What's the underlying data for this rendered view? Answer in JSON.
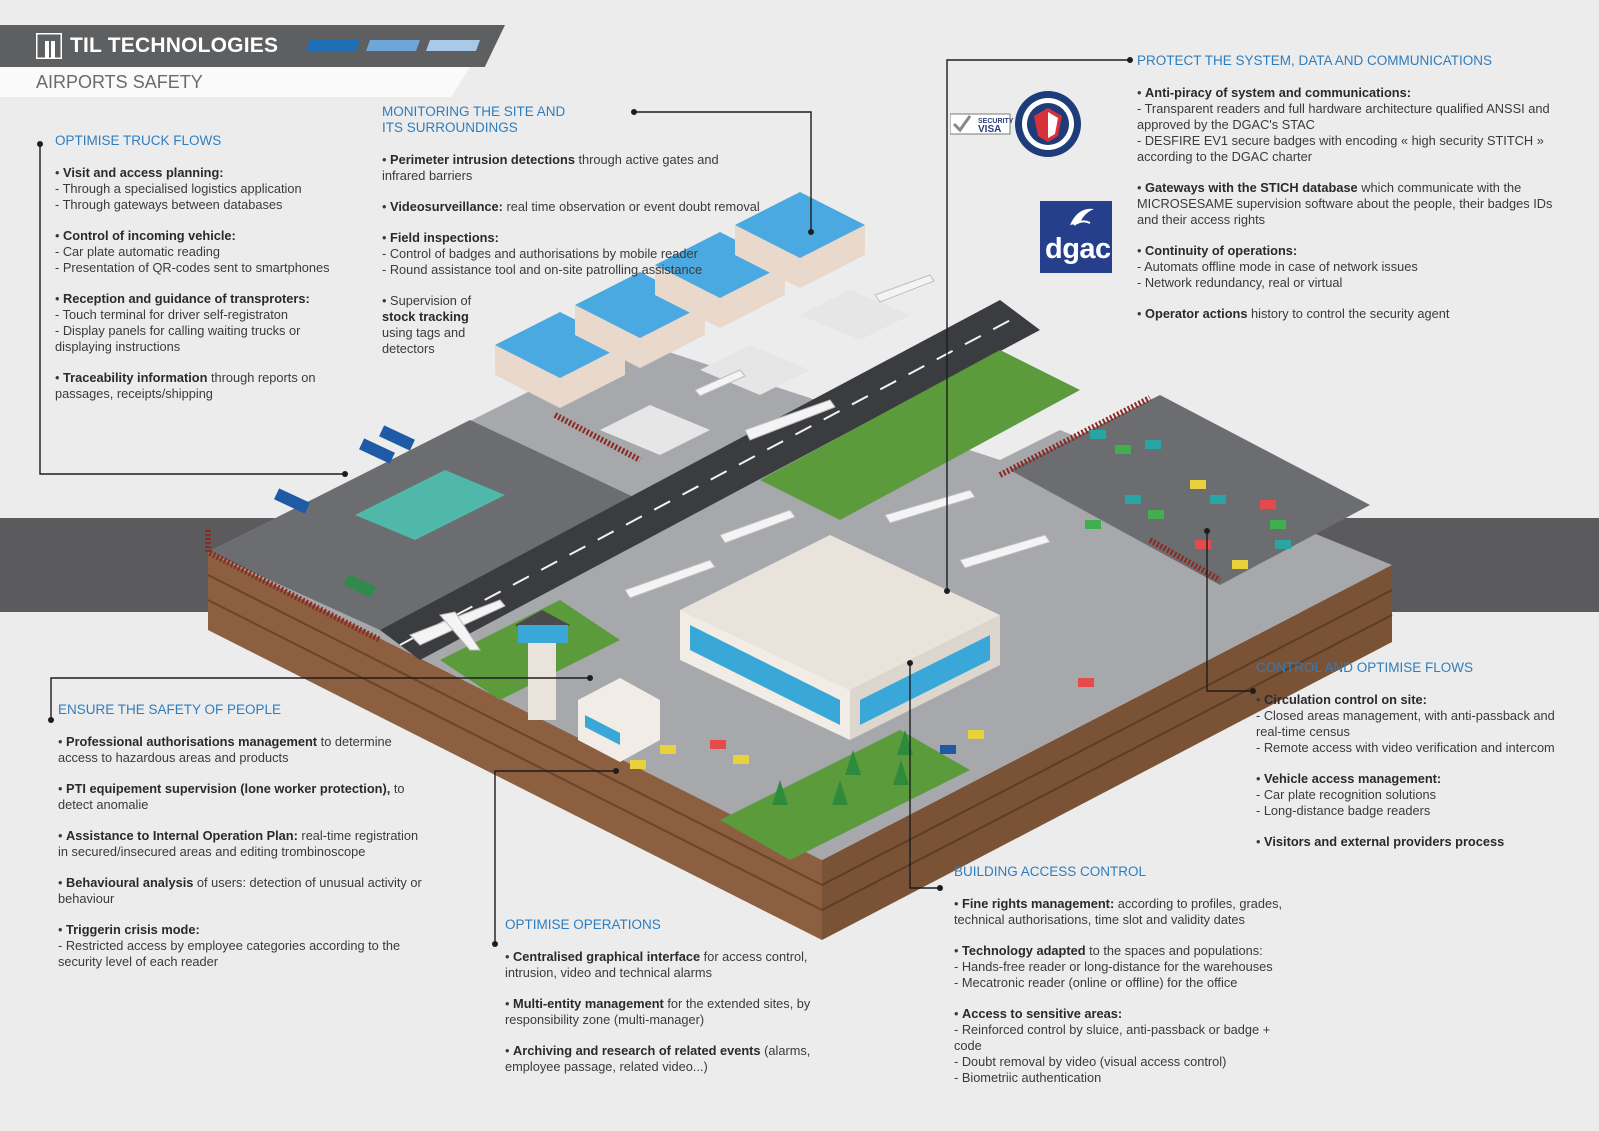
{
  "header": {
    "brand": "TIL TECHNOLOGIES",
    "subtitle": "AIRPORTS SAFETY",
    "accent_colors": [
      "#1f6fb6",
      "#6fa6d8",
      "#a9c9e8"
    ]
  },
  "logos": {
    "security_visa": [
      "SECURITY",
      "VISA"
    ],
    "dgac": "dgac"
  },
  "blocks": {
    "truck": {
      "title": "OPTIMISE TRUCK FLOWS",
      "items": [
        {
          "lead_bold": "Visit and access planning:",
          "lead_rest": "",
          "lines": [
            "- Through a specialised logistics application",
            "- Through gateways between databases"
          ]
        },
        {
          "lead_bold": "Control of incoming vehicle:",
          "lead_rest": "",
          "lines": [
            "- Car plate automatic reading",
            "- Presentation of QR-codes sent to smartphones"
          ]
        },
        {
          "lead_bold": "Reception and guidance of transproters:",
          "lead_rest": "",
          "lines": [
            "- Touch terminal for driver self-registraton",
            "- Display panels for calling waiting trucks or displaying instructions"
          ]
        },
        {
          "lead_bold": "Traceability information",
          "lead_rest": " through reports on passages, receipts/shipping",
          "lines": []
        }
      ]
    },
    "monitoring": {
      "title": "MONITORING THE SITE AND ITS SURROUNDINGS",
      "items": [
        {
          "lead_bold": "Perimeter intrusion detections",
          "lead_rest": " through active gates and infrared barriers",
          "lines": []
        },
        {
          "lead_bold": "Videosurveillance:",
          "lead_rest": " real time observation or event doubt removal",
          "lines": []
        },
        {
          "lead_bold": "Field inspections:",
          "lead_rest": "",
          "lines": [
            "- Control of badges and authorisations by mobile reader",
            "- Round assistance tool and on-site patrolling assistance"
          ]
        },
        {
          "lead_bold": "",
          "lead_rest": "Supervision of ",
          "lines": []
        }
      ],
      "stock_bold": "stock tracking",
      "stock_rest": "using tags and detectors"
    },
    "protect": {
      "title": "PROTECT THE SYSTEM, DATA AND COMMUNICATIONS",
      "items": [
        {
          "lead_bold": "Anti-piracy of system and communications:",
          "lead_rest": "",
          "lines": [
            "- Transparent readers and full hardware architecture qualified ANSSI and approved by the DGAC's STAC",
            "- DESFIRE EV1 secure badges with encoding « high security STITCH » according to the DGAC charter"
          ]
        },
        {
          "lead_bold": "Gateways with the STICH database",
          "lead_rest": " which communicate with the MICROSESAME supervision software about the people, their badges IDs and their access rights",
          "lines": []
        },
        {
          "lead_bold": "Continuity of operations:",
          "lead_rest": "",
          "lines": [
            "- Automats offline mode in  case of network issues",
            "- Network redundancy, real or virtual"
          ]
        },
        {
          "lead_bold": "Operator actions",
          "lead_rest": " history to control the security agent",
          "lines": []
        }
      ]
    },
    "people": {
      "title": "ENSURE THE SAFETY OF PEOPLE",
      "items": [
        {
          "lead_bold": "Professional authorisations management",
          "lead_rest": " to determine access to hazardous areas and products",
          "lines": []
        },
        {
          "lead_bold": "PTI equipement supervision (lone worker protection),",
          "lead_rest": " to detect anomalie",
          "lines": []
        },
        {
          "lead_bold": "Assistance to Internal Operation Plan:",
          "lead_rest": " real-time registration in secured/insecured areas and editing trombinoscope",
          "lines": []
        },
        {
          "lead_bold": "Behavioural analysis",
          "lead_rest": " of users: detection of unusual activity or behaviour",
          "lines": []
        },
        {
          "lead_bold": "Triggerin crisis mode:",
          "lead_rest": "",
          "lines": [
            "- Restricted access by employee categories according to the security level of each reader"
          ]
        }
      ]
    },
    "operations": {
      "title": "OPTIMISE OPERATIONS",
      "items": [
        {
          "lead_bold": "Centralised graphical interface",
          "lead_rest": " for access control, intrusion, video and technical alarms",
          "lines": []
        },
        {
          "lead_bold": "Multi-entity management",
          "lead_rest": " for the extended sites, by responsibility zone (multi-manager)",
          "lines": []
        },
        {
          "lead_bold": "Archiving and research of related events",
          "lead_rest": " (alarms, employee passage, related video...)",
          "lines": []
        }
      ]
    },
    "building": {
      "title": "BUILDING ACCESS CONTROL",
      "items": [
        {
          "lead_bold": "Fine rights management:",
          "lead_rest": " according to profiles, grades, technical authorisations, time slot and validity dates",
          "lines": []
        },
        {
          "lead_bold": "Technology adapted",
          "lead_rest": " to the spaces and populations:",
          "lines": [
            "- Hands-free reader or long-distance for the warehouses",
            "- Mecatronic reader (online or offline) for the office"
          ]
        },
        {
          "lead_bold": "Access to sensitive areas:",
          "lead_rest": "",
          "lines": [
            "- Reinforced control by sluice, anti-passback or badge + code",
            "- Doubt removal by video (visual access control)",
            "- Biometriic authentication"
          ]
        }
      ]
    },
    "flows": {
      "title": "CONTROL AND OPTIMISE FLOWS",
      "items": [
        {
          "lead_bold": "Circulation control on site:",
          "lead_rest": "",
          "lines": [
            "- Closed areas management, with anti-passback and real-time census",
            "- Remote access with video verification and intercom"
          ]
        },
        {
          "lead_bold": "Vehicle access management:",
          "lead_rest": "",
          "lines": [
            "- Car plate recognition solutions",
            "- Long-distance badge readers"
          ]
        },
        {
          "lead_bold": "Visitors and external providers process",
          "lead_rest": "",
          "lines": []
        }
      ]
    }
  }
}
